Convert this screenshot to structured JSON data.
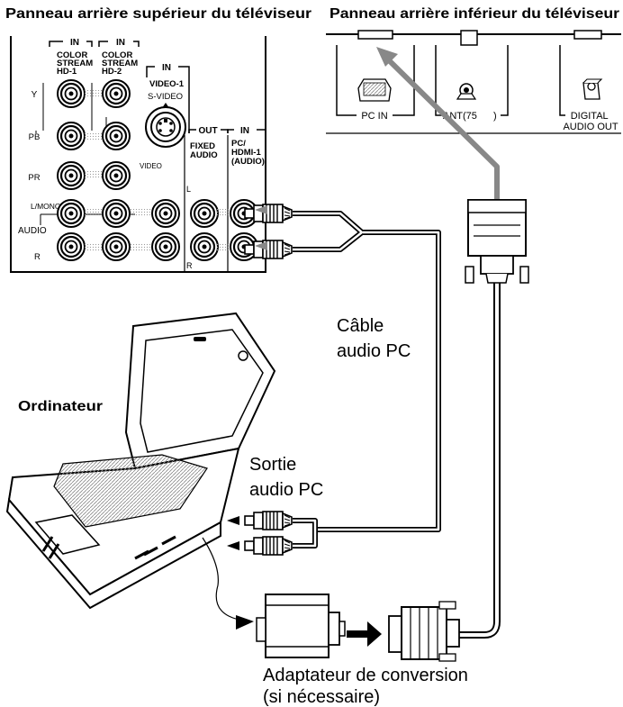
{
  "panels": {
    "upper": {
      "title": "Panneau arrière supérieur du téléviseur",
      "group_in_1": "IN",
      "group_in_2": "IN",
      "group_in_3": "IN",
      "group_out": "OUT",
      "group_in_4": "IN",
      "col1": [
        "COLOR",
        "STREAM",
        "HD-1"
      ],
      "col2": [
        "COLOR",
        "STREAM",
        "HD-2"
      ],
      "col3": "VIDEO-1",
      "svideo": "S-VIDEO",
      "video": "VIDEO",
      "fixed_audio": [
        "FIXED",
        "AUDIO"
      ],
      "pc_hdmi": [
        "PC/",
        "HDMI-1",
        "(AUDIO)"
      ],
      "row_y": "Y",
      "row_pb": "PB",
      "row_pr": "PR",
      "row_lmono": "L/MONO",
      "row_audio": "AUDIO",
      "row_r": "R",
      "left_l": "L",
      "left_r": "R"
    },
    "lower": {
      "title": "Panneau arrière inférieur du téléviseur",
      "pc_in": "PC IN",
      "ant": "ANT(75",
      "ant_suffix": ")",
      "digital_1": "DIGITAL",
      "digital_2": "AUDIO OUT"
    }
  },
  "labels": {
    "cable": [
      "Câble",
      "audio PC"
    ],
    "computer": "Ordinateur",
    "sortie": [
      "Sortie",
      "audio PC"
    ],
    "adapter": [
      "Adaptateur de conversion",
      "(si nécessaire)"
    ]
  }
}
